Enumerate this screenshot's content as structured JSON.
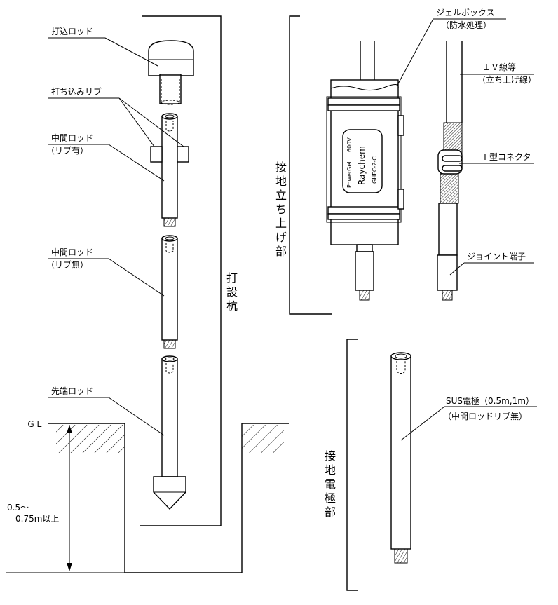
{
  "labels": {
    "drive_rod": "打込ロッド",
    "drive_rib": "打ち込みリブ",
    "mid_rod_ribbed_1": "中間ロッド",
    "mid_rod_ribbed_2": "（リブ有）",
    "mid_rod_plain_1": "中間ロッド",
    "mid_rod_plain_2": "（リブ無）",
    "tip_rod": "先端ロッド",
    "gl": "ＧＬ",
    "depth_1": "0.5～",
    "depth_2": "0.75m以上",
    "driven_pile_1": "打",
    "driven_pile_2": "設",
    "driven_pile_3": "杭",
    "gel_box_1": "ジェルボックス",
    "gel_box_2": "（防水処理）",
    "iv_wire_1": "ＩＶ線等",
    "iv_wire_2": "（立ち上げ線）",
    "t_connector": "Ｔ型コネクタ",
    "joint_terminal": "ジョイント端子",
    "riser_1": "接",
    "riser_2": "地",
    "riser_3": "立",
    "riser_4": "ち",
    "riser_5": "上",
    "riser_6": "げ",
    "riser_7": "部",
    "sus_1": "SUS電極（0.5m,1m）",
    "sus_2": "（中間ロッドリブ無）",
    "electrode_1": "接",
    "electrode_2": "地",
    "electrode_3": "電",
    "electrode_4": "極",
    "electrode_5": "部"
  },
  "gel_box_text": {
    "line1": "PowerGel",
    "line2": "600V",
    "line3": "Raychem",
    "line4": "GHFC-2-C"
  }
}
